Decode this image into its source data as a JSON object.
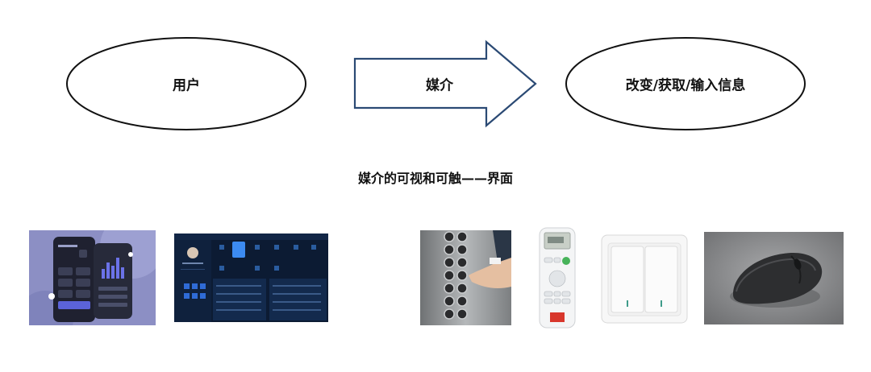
{
  "diagram": {
    "user_label": "用户",
    "media_label": "媒介",
    "result_label": "改变/获取/输入信息",
    "caption": "媒介的可视和可触——界面"
  },
  "images": {
    "left": [
      "mobile-app-ui-screenshot",
      "dashboard-ui-screenshot"
    ],
    "right": [
      "elevator-buttons-photo",
      "air-conditioner-remote-photo",
      "wall-light-switch-photo",
      "computer-mouse-photo"
    ]
  },
  "colors": {
    "arrow_stroke": "#2b4a74",
    "ellipse_stroke": "#111111"
  }
}
